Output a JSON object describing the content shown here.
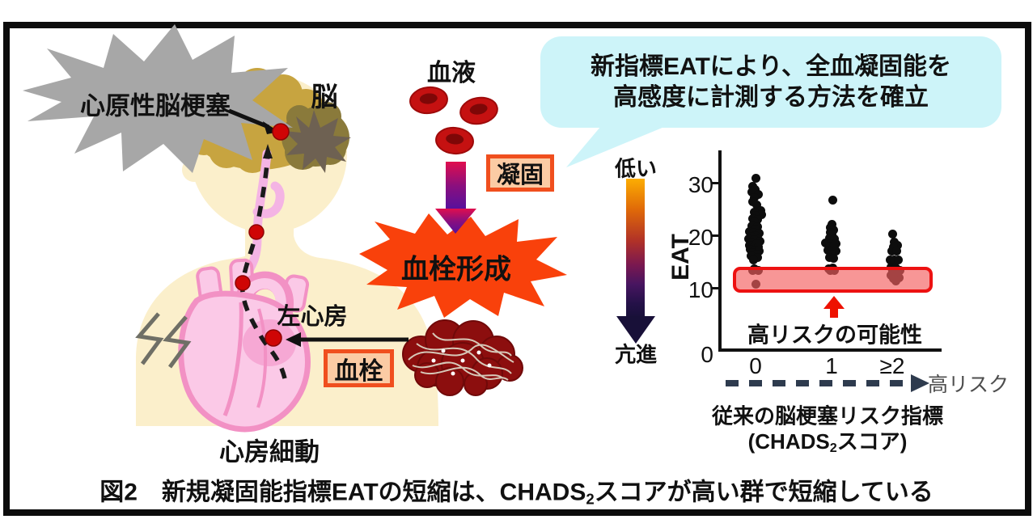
{
  "colors": {
    "band_fill": "rgba(243,96,96,0.66)",
    "band_border": "#ed1111",
    "dot": "#0d0d0d",
    "red_arrow": "#ee1100",
    "callout_bg": "#cdf4f9",
    "burst_gray": "#a7a7a7",
    "burst_orange": "#f9410b",
    "box_fill": "#fbcba4",
    "box_border": "#f04f1e",
    "body_cream": "#fbefcb",
    "brain_tan": "#c7a440",
    "infarct_olive": "#8a7a3b",
    "heart_pink": "#fbc9e7",
    "heart_outline": "#f291c4",
    "blood_red": "#c51111",
    "clump_dark_red": "#8c0e0e",
    "gradient_top": "#fcad02",
    "gradient_bottom": "#181038"
  },
  "illustration": {
    "cardiogenic_stroke_label": "心原性脳梗塞",
    "brain_label": "脳",
    "blood_label": "血液",
    "coagulation_label": "凝固",
    "thrombus_formation_label": "血栓形成",
    "thrombus_label": "血栓",
    "left_atrium_label": "左心房",
    "atrial_fibrillation_label": "心房細動"
  },
  "callout": {
    "line1": "新指標EATにより、全血凝固能を",
    "line2": "高感度に計測する方法を確立"
  },
  "gradient_scale": {
    "top_label": "低い",
    "bottom_label": "亢進"
  },
  "chart_data": {
    "type": "scatter",
    "ylabel": "EAT",
    "yticks": [
      "0",
      "10",
      "20",
      "30"
    ],
    "ylim": [
      0,
      35
    ],
    "categories": [
      "0",
      "1",
      "≥2"
    ],
    "groups": [
      {
        "label": "0",
        "points": [
          [
            0,
            31
          ],
          [
            -4,
            29.5
          ],
          [
            -1,
            28.9
          ],
          [
            -5,
            28.4
          ],
          [
            3,
            28.0
          ],
          [
            -2,
            27.4
          ],
          [
            -4,
            26.7
          ],
          [
            1,
            26.2
          ],
          [
            6,
            25.1
          ],
          [
            -2,
            24.8
          ],
          [
            7,
            24.4
          ],
          [
            -1,
            24.2
          ],
          [
            -4,
            23.7
          ],
          [
            2,
            23.5
          ],
          [
            -2,
            23.0
          ],
          [
            -5,
            22.4
          ],
          [
            2,
            22.2
          ],
          [
            -1,
            21.7
          ],
          [
            -8,
            21.3
          ],
          [
            -3,
            21.2
          ],
          [
            4,
            21.1
          ],
          [
            -1,
            20.6
          ],
          [
            -6,
            20.5
          ],
          [
            2,
            20.2
          ],
          [
            -9,
            20.0
          ],
          [
            -2,
            19.9
          ],
          [
            5,
            19.6
          ],
          [
            -5,
            19.3
          ],
          [
            1,
            19.1
          ],
          [
            -8,
            18.8
          ],
          [
            -2,
            18.6
          ],
          [
            3,
            18.5
          ],
          [
            -7,
            18.1
          ],
          [
            -1,
            18.0
          ],
          [
            4,
            17.9
          ],
          [
            -4,
            17.5
          ],
          [
            1,
            17.3
          ],
          [
            -6,
            16.9
          ],
          [
            2,
            16.7
          ],
          [
            -3,
            16.3
          ],
          [
            -2,
            14.6
          ],
          [
            3,
            14.4
          ],
          [
            -4,
            14.3
          ],
          [
            0,
            11.9
          ]
        ]
      },
      {
        "label": "1",
        "points": [
          [
            1,
            27
          ],
          [
            0,
            22.6
          ],
          [
            -2,
            22.0
          ],
          [
            2,
            21.6
          ],
          [
            -2,
            21.2
          ],
          [
            0,
            20.7
          ],
          [
            -3,
            20.1
          ],
          [
            3,
            20.0
          ],
          [
            -8,
            19.3
          ],
          [
            -1,
            19.2
          ],
          [
            5,
            19.2
          ],
          [
            -3,
            18.7
          ],
          [
            2,
            18.6
          ],
          [
            -5,
            18.0
          ],
          [
            0,
            17.9
          ],
          [
            5,
            17.8
          ],
          [
            -1,
            17.2
          ],
          [
            -3,
            16.6
          ],
          [
            2,
            16.5
          ],
          [
            -4,
            14.7
          ],
          [
            1,
            14.8
          ],
          [
            -2,
            14.3
          ],
          [
            3,
            14.4
          ]
        ]
      },
      {
        "label": "≥2",
        "points": [
          [
            -2,
            20.9
          ],
          [
            0,
            19.4
          ],
          [
            4,
            18.9
          ],
          [
            -1,
            18.6
          ],
          [
            -3,
            17.9
          ],
          [
            3,
            17.8
          ],
          [
            -5,
            16.3
          ],
          [
            0,
            16.2
          ],
          [
            5,
            16.2
          ],
          [
            -4,
            14.9
          ],
          [
            2,
            14.8
          ],
          [
            7,
            14.4
          ],
          [
            -2,
            14.2
          ],
          [
            4,
            13.9
          ],
          [
            -4,
            13.5
          ],
          [
            6,
            13.0
          ],
          [
            -1,
            12.9
          ],
          [
            2,
            12.4
          ]
        ]
      }
    ],
    "band": {
      "from": 10.4,
      "to": 15.0,
      "label": "高リスクの可能性"
    },
    "x_arrow_label": "高リスク",
    "xlabel_line1": "従来の脳梗塞リスク指標",
    "xlabel_line2": {
      "pre": "(CHADS",
      "sub": "2",
      "post": "スコア)"
    }
  },
  "caption": {
    "fig": "図2",
    "pre": "新規凝固能指標EATの短縮は、CHADS",
    "sub": "2",
    "post": "スコアが高い群で短縮している"
  }
}
